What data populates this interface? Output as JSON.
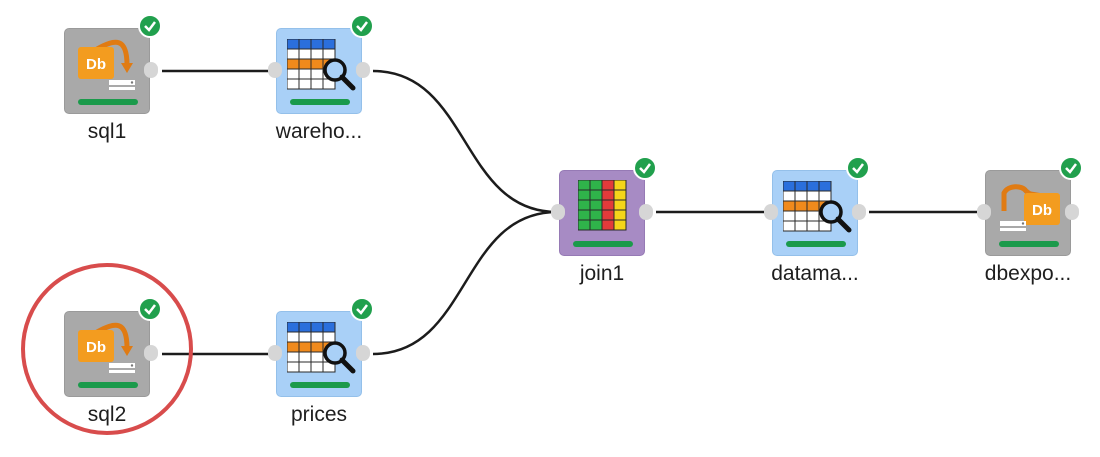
{
  "nodes": {
    "sql1": {
      "label": "sql1",
      "type": "sql-source",
      "status": "success"
    },
    "warehouse": {
      "label": "wareho...",
      "type": "data-viewer",
      "status": "success"
    },
    "sql2": {
      "label": "sql2",
      "type": "sql-source",
      "status": "success"
    },
    "prices": {
      "label": "prices",
      "type": "data-viewer",
      "status": "success"
    },
    "join1": {
      "label": "join1",
      "type": "join",
      "status": "success"
    },
    "datamart": {
      "label": "datama...",
      "type": "data-viewer",
      "status": "success"
    },
    "dbexport": {
      "label": "dbexpo...",
      "type": "db-export",
      "status": "success"
    }
  },
  "icon_text": {
    "db": "Db"
  },
  "highlighted_node": "sql2",
  "colors": {
    "source_tile": "#a9a9a9",
    "viewer_tile": "#a9d0f7",
    "join_tile": "#a78bc4",
    "status_ok": "#1b9a4b",
    "check_badge": "#21a04d",
    "db_orange": "#f39c1f",
    "highlight_ring": "#d84c4c"
  }
}
